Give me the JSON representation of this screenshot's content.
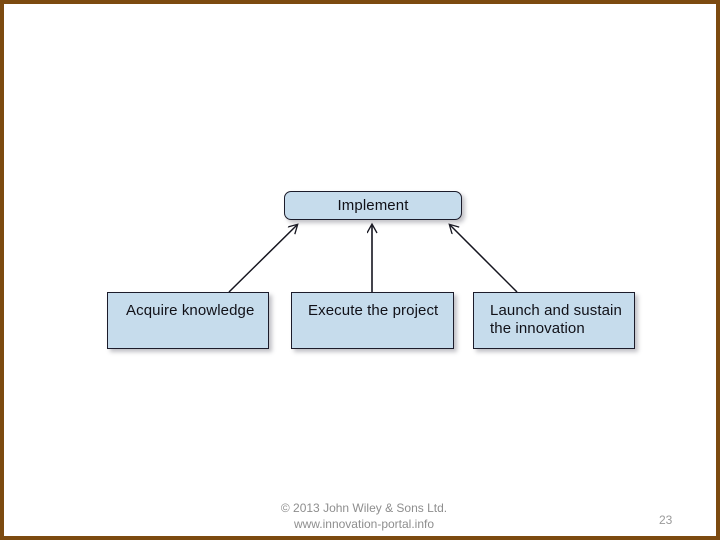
{
  "slide": {
    "border_color": "#7c4a10",
    "background": "#ffffff",
    "node_fill": "#c6dcec",
    "node_border": "#1c1c2b",
    "page_number": "23"
  },
  "diagram": {
    "parent": {
      "label": "Implement"
    },
    "children": [
      {
        "label": "Acquire knowledge"
      },
      {
        "label": "Execute the project"
      },
      {
        "label": "Launch and sustain\nthe innovation"
      }
    ],
    "connectors": [
      {
        "name": "arrow-acquire-to-implement",
        "shape": "diagonal"
      },
      {
        "name": "arrow-execute-to-implement",
        "shape": "vertical"
      },
      {
        "name": "arrow-launch-to-implement",
        "shape": "diagonal"
      }
    ]
  },
  "footer": {
    "copyright": "© 2013 John Wiley & Sons Ltd.",
    "website": "www.innovation-portal.info"
  }
}
